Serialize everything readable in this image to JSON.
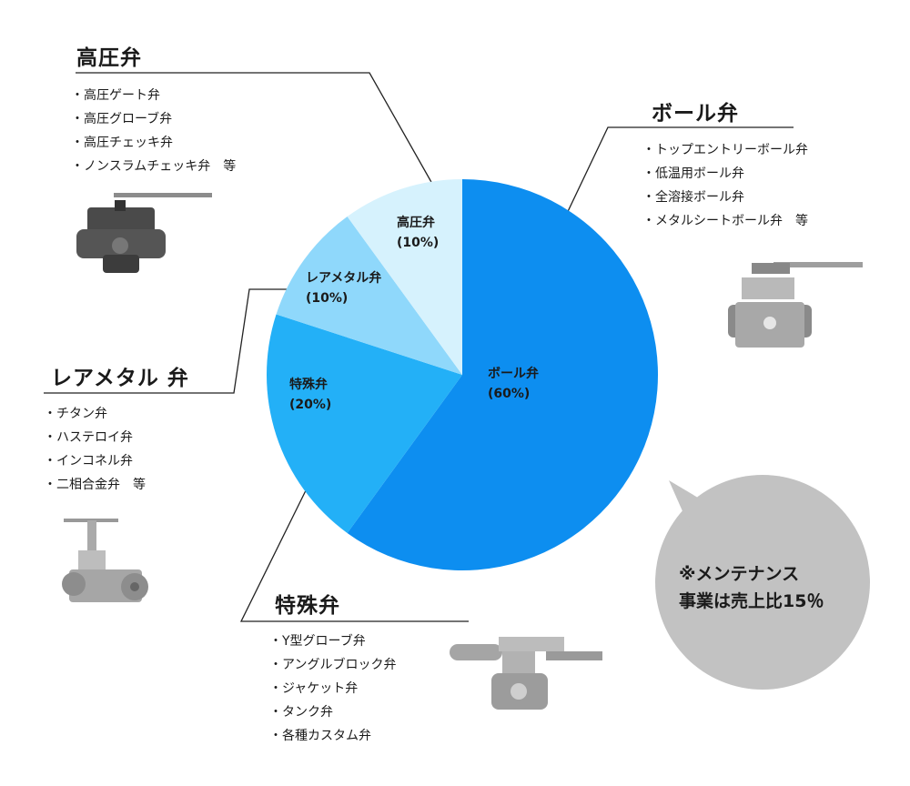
{
  "chart_data": {
    "type": "pie",
    "slices": [
      {
        "label": "ボール弁",
        "percent_label": "(60%)",
        "value": 60,
        "color": "#0d8ef0"
      },
      {
        "label": "特殊弁",
        "percent_label": "(20%)",
        "value": 20,
        "color": "#23b0f7"
      },
      {
        "label": "レアメタル弁",
        "percent_label": "(10%)",
        "value": 10,
        "color": "#8fd8fb"
      },
      {
        "label": "高圧弁",
        "percent_label": "(10%)",
        "value": 10,
        "color": "#d6f2fd"
      }
    ]
  },
  "categories": {
    "high_pressure": {
      "title": "高圧弁",
      "items": [
        "高圧ゲート弁",
        "高圧グローブ弁",
        "高圧チェッキ弁",
        "ノンスラムチェッキ弁　等"
      ]
    },
    "ball": {
      "title": "ボール弁",
      "items": [
        "トップエントリーボール弁",
        "低温用ボール弁",
        "全溶接ボール弁",
        "メタルシートボール弁　等"
      ]
    },
    "rare_metal": {
      "title": "レアメタル 弁",
      "items": [
        "チタン弁",
        "ハステロイ弁",
        "インコネル弁",
        "二相合金弁　等"
      ]
    },
    "special": {
      "title": "特殊弁",
      "items": [
        "Y型グローブ弁",
        "アングルブロック弁",
        "ジャケット弁",
        "タンク弁",
        "各種カスタム弁"
      ]
    }
  },
  "note": {
    "line1": "※メンテナンス",
    "line2": "事業は売上比15％"
  }
}
